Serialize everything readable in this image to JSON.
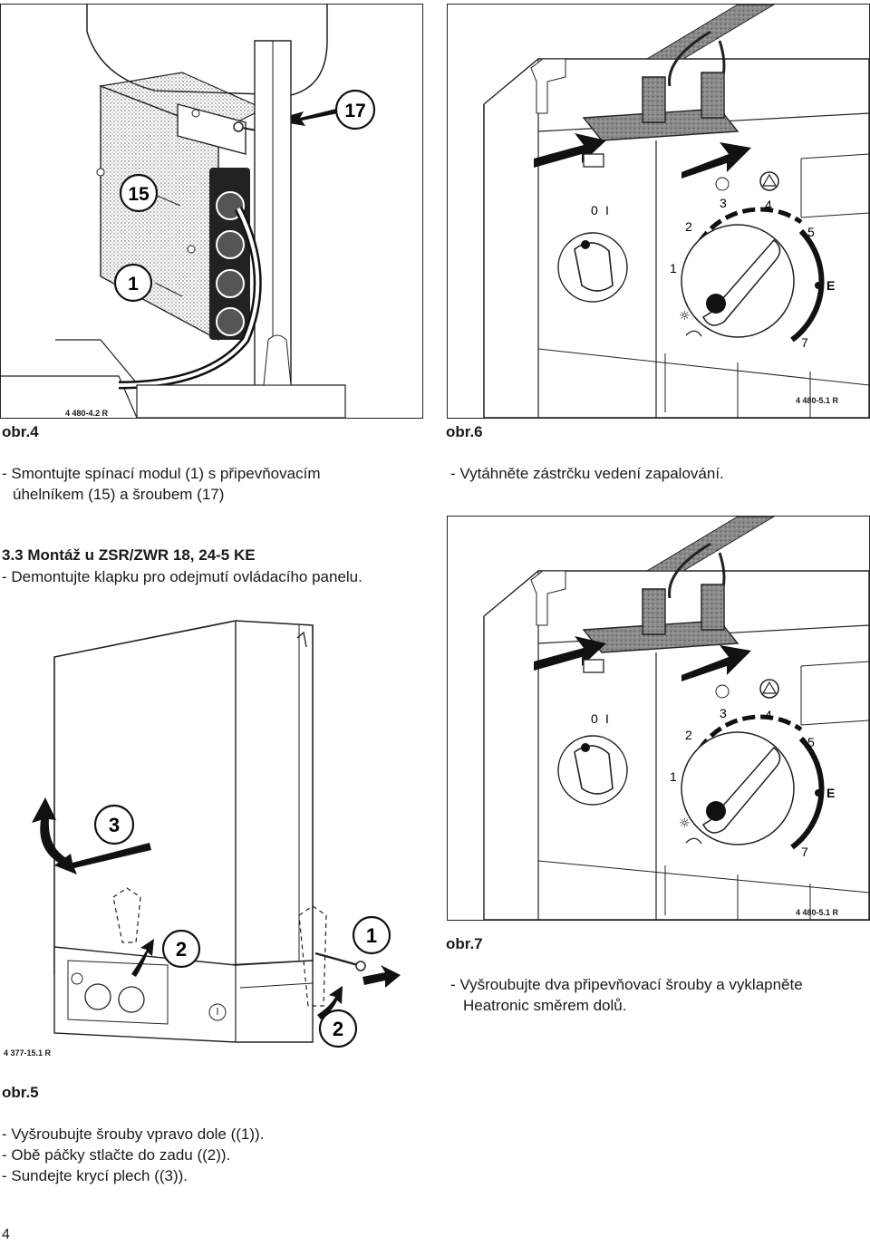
{
  "fig4": {
    "label": "obr.4",
    "code": "4 480-4.2 R",
    "callouts": {
      "a": "17",
      "b": "15",
      "c": "1"
    },
    "caption_line1": "- Smontujte spínací modul (1) s připevňovacím",
    "caption_line2": "úhelníkem (15) a šroubem (17)"
  },
  "fig6": {
    "label": "obr.6",
    "code": "4 480-5.1 R",
    "caption": "- Vytáhněte zástrčku vedení zapalování.",
    "dial_numbers": [
      "1",
      "2",
      "3",
      "4",
      "5",
      "E",
      "7"
    ],
    "switch_labels": [
      "0",
      "I"
    ]
  },
  "section": {
    "heading": "3.3 Montáž u ZSR/ZWR 18, 24-5 KE",
    "instruction": "- Demontujte klapku pro odejmutí ovládacího panelu."
  },
  "fig7": {
    "label": "obr.7",
    "code": "4 480-5.1 R",
    "caption_line1": "- Vyšroubujte dva připevňovací šrouby a vyklapněte",
    "caption_line2": "Heatronic směrem dolů.",
    "dial_numbers": [
      "1",
      "2",
      "3",
      "4",
      "5",
      "E",
      "7"
    ],
    "switch_labels": [
      "0",
      "I"
    ]
  },
  "fig5": {
    "label": "obr.5",
    "code": "4 377-15.1 R",
    "callouts": {
      "a": "3",
      "b": "2",
      "c": "1",
      "d": "2"
    },
    "steps": [
      "- Vyšroubujte šrouby vpravo dole ((1)).",
      "- Obě páčky stlačte do zadu ((2)).",
      "- Sundejte krycí plech ((3))."
    ]
  },
  "page_number": "4"
}
